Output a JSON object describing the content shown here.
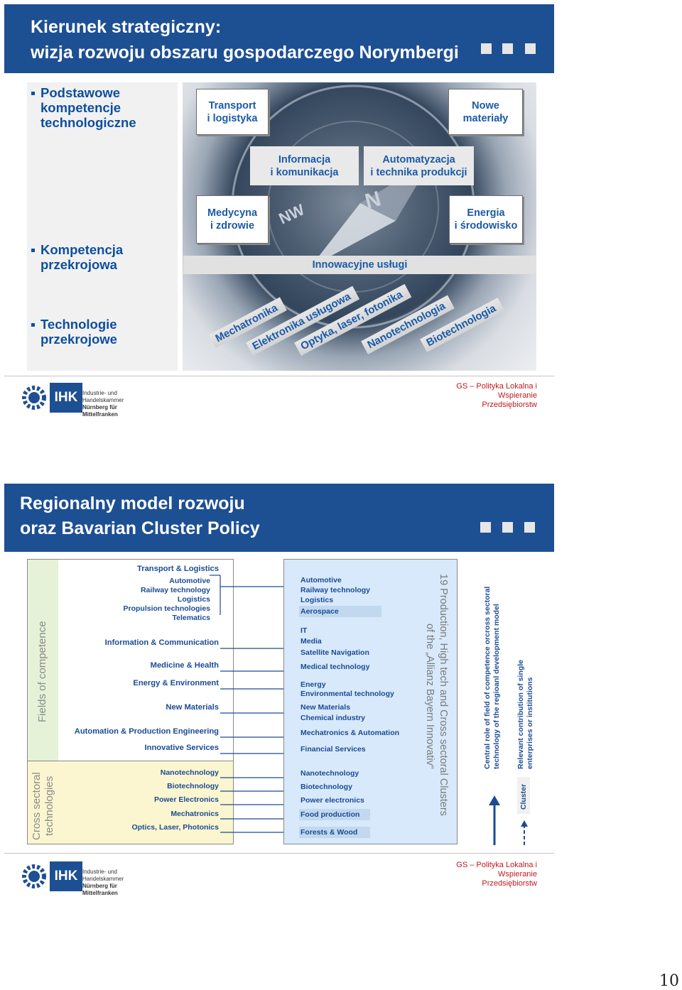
{
  "slide1": {
    "title_line1": "Kierunek strategiczny:",
    "title_line2": "wizja rozwoju obszaru gospodarczego Norymbergi",
    "bullets": [
      "Podstawowe kompetencje technologiczne",
      "Kompetencja przekrojowa",
      "Technologie przekrojowe"
    ],
    "bullet1_lines": [
      "Podstawowe",
      "kompetencje",
      "technologiczne"
    ],
    "bullet2_lines": [
      "Kompetencja",
      "przekrojowa"
    ],
    "bullet3_lines": [
      "Technologie",
      "przekrojowe"
    ],
    "boxes": {
      "transport": [
        "Transport",
        "i logistyka"
      ],
      "nowe": [
        "Nowe",
        "materiały"
      ],
      "informacja": [
        "Informacja",
        "i komunikacja"
      ],
      "automatyzacja": [
        "Automatyzacja",
        "i technika produkcji"
      ],
      "medycyna": [
        "Medycyna",
        "i zdrowie"
      ],
      "energia": [
        "Energia",
        "i środowisko"
      ]
    },
    "band": "Innowacyjne usługi",
    "diagonal": [
      "Mechatronika",
      "Elektronika usługowa",
      "Optyka, laser, fotonika",
      "Nanotechnologia",
      "Biotechnologia"
    ]
  },
  "footer": {
    "ihk": "IHK",
    "ihk_line1": "Industrie- und Handelskammer",
    "ihk_line2": "Nürnberg für Mittelfranken",
    "gs_lines": [
      "GS – Polityka Lokalna i",
      "Wspieranie",
      "Przedsiębiorstw"
    ]
  },
  "slide2": {
    "title_line1": "Regionalny model rozwoju",
    "title_line2": "oraz Bavarian Cluster Policy",
    "fields_label": "Fields of competence",
    "cross_label_1": "Cross sectoral",
    "cross_label_2": "technologies",
    "left": {
      "transport": "Transport & Logistics",
      "transport_sub": [
        "Automotive",
        "Railway technology",
        "Logistics",
        "Propulsion technologies",
        "Telematics"
      ],
      "info": "Information & Communication",
      "medicine": "Medicine & Health",
      "energy": "Energy & Environment",
      "materials": "New Materials",
      "automation": "Automation & Production Engineering",
      "services": "Innovative Services",
      "cross": [
        "Nanotechnology",
        "Biotechnology",
        "Power Electronics",
        "Mechatronics",
        "Optics, Laser, Photonics"
      ]
    },
    "right": {
      "automotive": "Automotive",
      "railway": "Railway technology",
      "logistics": "Logistics",
      "aerospace": "Aerospace",
      "it": "IT",
      "media": "Media",
      "satnav": "Satellite Navigation",
      "medical": "Medical technology",
      "energy": "Energy",
      "envtech": "Environmental technology",
      "newmat": "New Materials",
      "chem": "Chemical industry",
      "mechatronics": "Mechatronics & Automation",
      "financial": "Financial Services",
      "nano": "Nanotechnology",
      "bio": "Biotechnology",
      "power": "Power electronics",
      "food": "Food production",
      "forests": "Forests & Wood"
    },
    "clusters_line1": "19 Production, High tech and Cross sectoral Clusters",
    "clusters_line2": "of the „Allianz Bayern Innovativ“",
    "central_line1": "Central role of field of competence orcross sectoral",
    "central_line2": "technology of the regioanl development model",
    "relevant_line1": "Relevant contribution of single",
    "relevant_line2": "enterprises or institutions",
    "cluster_label": "Cluster"
  },
  "page_number": "10",
  "colors": {
    "title_bg": "#1d4f93",
    "accent_blue": "#1b5aa7",
    "red": "#c0191e",
    "green_bg": "#e6f2d7",
    "yellow_bg": "#fbf6cf",
    "light_blue": "#d7e9fb"
  }
}
